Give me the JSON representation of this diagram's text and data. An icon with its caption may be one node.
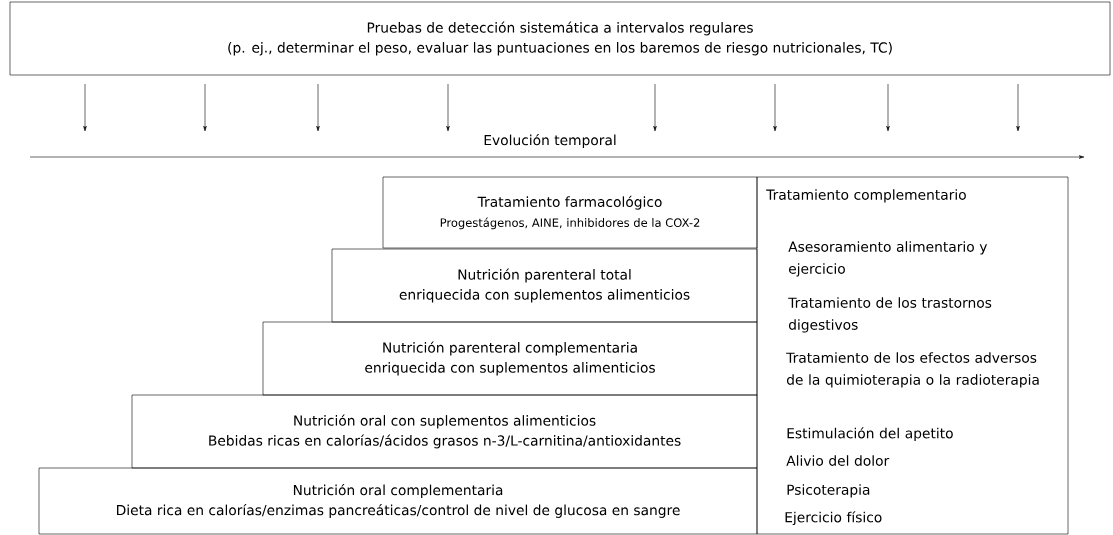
{
  "diagram": {
    "nodes": [
      {
        "text": [
          "Pruebas de detección sistemática a intervalos regulares",
          "(p. ej., determinar el peso, evaluar las puntuaciones en los baremos de riesgo nutricionales, TC)"
        ]
      },
      {
        "text": [
          "Tratamiento farmacológico",
          "Progestágenos, AINE, inhibidores de la COX-2"
        ]
      },
      {
        "text": [
          "Nutrición parenteral total",
          "enriquecida con suplementos alimenticios"
        ]
      },
      {
        "text": [
          "Nutrición parenteral complementaria",
          "enriquecida con suplementos alimenticios"
        ]
      },
      {
        "text": [
          "Nutrición oral con suplementos alimenticios",
          "Bebidas ricas en calorías/ácidos grasos n-3/L-carnitina/antioxidantes"
        ]
      },
      {
        "text": [
          "Nutrición oral complementaria",
          "Dieta rica en calorías/enzimas pancreáticas/control de nivel de glucosa en sangre"
        ]
      },
      {
        "text": [
          "Tratamiento complementario",
          "Asesoramiento alimentario y ejercicio",
          "Tratamiento de los trastornos digestivos",
          "Tratamiento de los efectos adversos de la quimioterapia o la radioterapia",
          "Estimulación del apetito",
          "Alivio del dolor",
          "Psicoterapia",
          "Ejercicio físico"
        ]
      }
    ],
    "labels": [
      "Evolución temporal"
    ]
  }
}
